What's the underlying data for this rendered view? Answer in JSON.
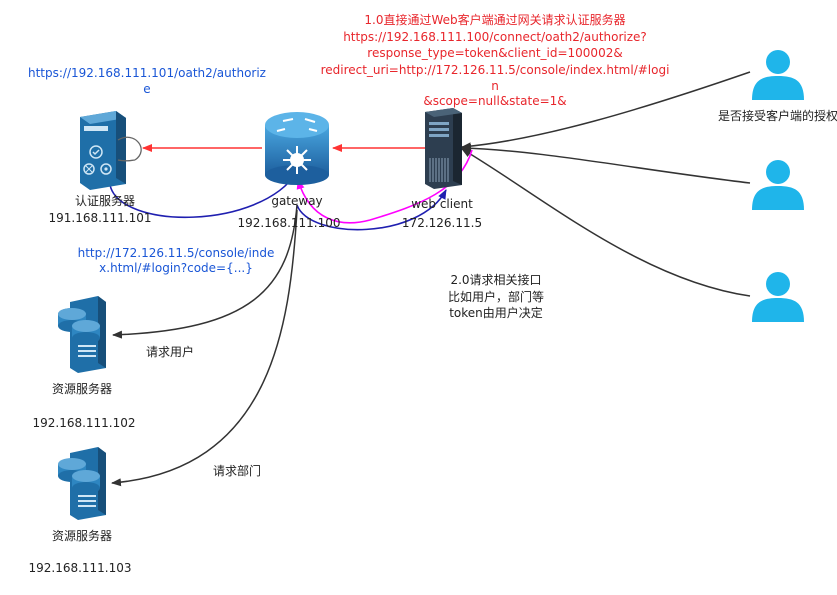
{
  "colors": {
    "request_red": "#ff3333",
    "redirect_blue": "#1f1fb0",
    "magenta": "#ff00ff",
    "dark_line": "#333333",
    "icon_blue": "#1fb5ea",
    "server_blue": "#1f6fa8"
  },
  "request_text": {
    "line1": "1.0直接通过Web客户端通过网关请求认证服务器",
    "line2": "https://192.168.111.100/connect/oath2/authorize?",
    "line3": "response_type=token&client_id=100002&",
    "line4": "redirect_uri=http://172.126.11.5/console/index.html/#logi",
    "line5": "n",
    "line6": "&scope=null&state=1&"
  },
  "authorize_url": {
    "line1": "https://192.168.111.101/oath2/authoriz",
    "line2": "e"
  },
  "redirect_url": {
    "line1": "http://172.126.11.5/console/inde",
    "line2": "x.html/#login?code={...}"
  },
  "nodes": {
    "auth_server": {
      "label": "认证服务器",
      "ip": "191.168.111.101",
      "icon": "auth-server-icon"
    },
    "gateway": {
      "label": "gateway",
      "ip": "192.168.111.100",
      "icon": "router-icon"
    },
    "web_client": {
      "label": "web client",
      "ip": "172.126.11.5",
      "icon": "server-tower-icon"
    },
    "resource1": {
      "label": "资源服务器",
      "ip": "192.168.111.102",
      "icon": "database-server-icon"
    },
    "resource2": {
      "label": "资源服务器",
      "ip": "192.168.111.103",
      "icon": "database-server-icon"
    }
  },
  "users_label": "是否接受客户端的授权",
  "interface_note": {
    "line1": "2.0请求相关接口",
    "line2": "比如用户，部门等",
    "line3": "token由用户决定"
  },
  "request_user": "请求用户",
  "request_dept": "请求部门"
}
